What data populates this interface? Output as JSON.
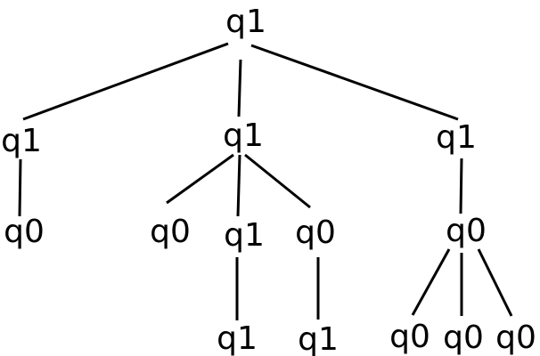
{
  "tree": {
    "label": "q1",
    "children": [
      {
        "label": "q1",
        "children": [
          {
            "label": "q0",
            "children": []
          }
        ]
      },
      {
        "label": "q1",
        "children": [
          {
            "label": "q0",
            "children": []
          },
          {
            "label": "q1",
            "children": [
              {
                "label": "q1",
                "children": []
              }
            ]
          },
          {
            "label": "q0",
            "children": [
              {
                "label": "q1",
                "children": []
              }
            ]
          }
        ]
      },
      {
        "label": "q1",
        "children": [
          {
            "label": "q0",
            "children": [
              {
                "label": "q0",
                "children": []
              },
              {
                "label": "q0",
                "children": []
              },
              {
                "label": "q0",
                "children": []
              }
            ]
          }
        ]
      }
    ]
  }
}
